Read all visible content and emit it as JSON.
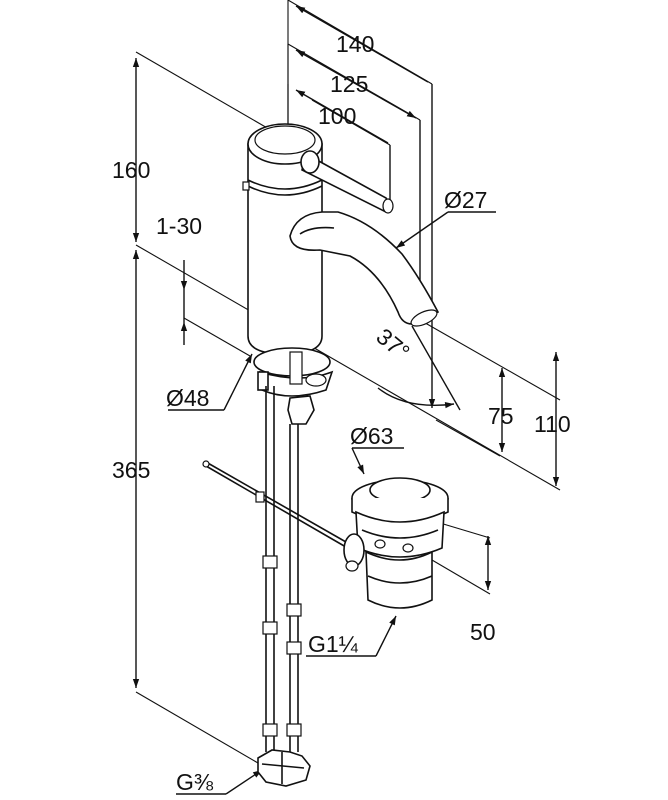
{
  "drawing": {
    "dimensions": {
      "d140": "140",
      "d125": "125",
      "d100": "100",
      "d160": "160",
      "d1_30": "1-30",
      "d27": "Ø27",
      "d37": "37°",
      "d48": "Ø48",
      "d63": "Ø63",
      "d75": "75",
      "d110": "110",
      "d365": "365",
      "d50": "50",
      "dG114": "G1¼",
      "dG38": "G⅜"
    }
  }
}
